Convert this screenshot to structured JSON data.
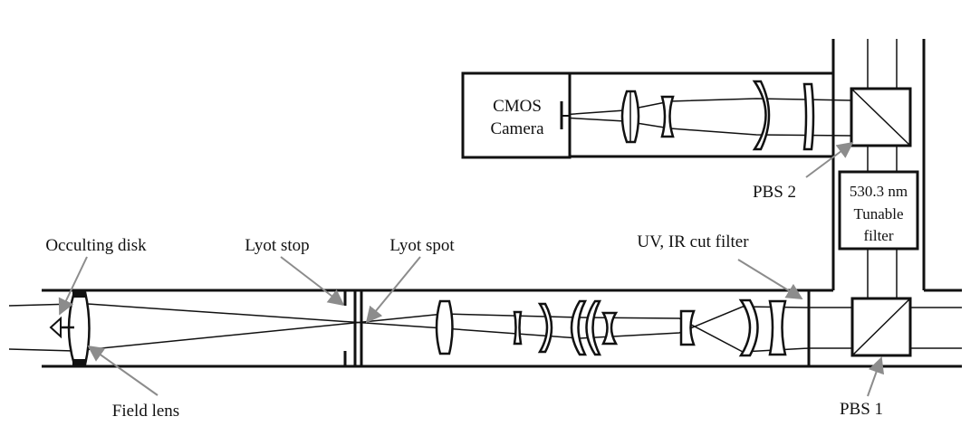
{
  "diagram": {
    "components": {
      "camera": [
        "CMOS",
        "Camera"
      ],
      "tunable_filter": [
        "530.3 nm",
        "Tunable",
        "filter"
      ]
    },
    "callouts": {
      "pbs2": "PBS 2",
      "pbs1": "PBS 1",
      "occulting_disk": "Occulting disk",
      "lyot_stop": "Lyot stop",
      "lyot_spot": "Lyot spot",
      "uv_ir_cut_filter": "UV, IR cut filter",
      "field_lens": "Field lens"
    },
    "colors": {
      "line": "#111111",
      "arrow": "#8c8c8c",
      "background": "#ffffff"
    }
  }
}
